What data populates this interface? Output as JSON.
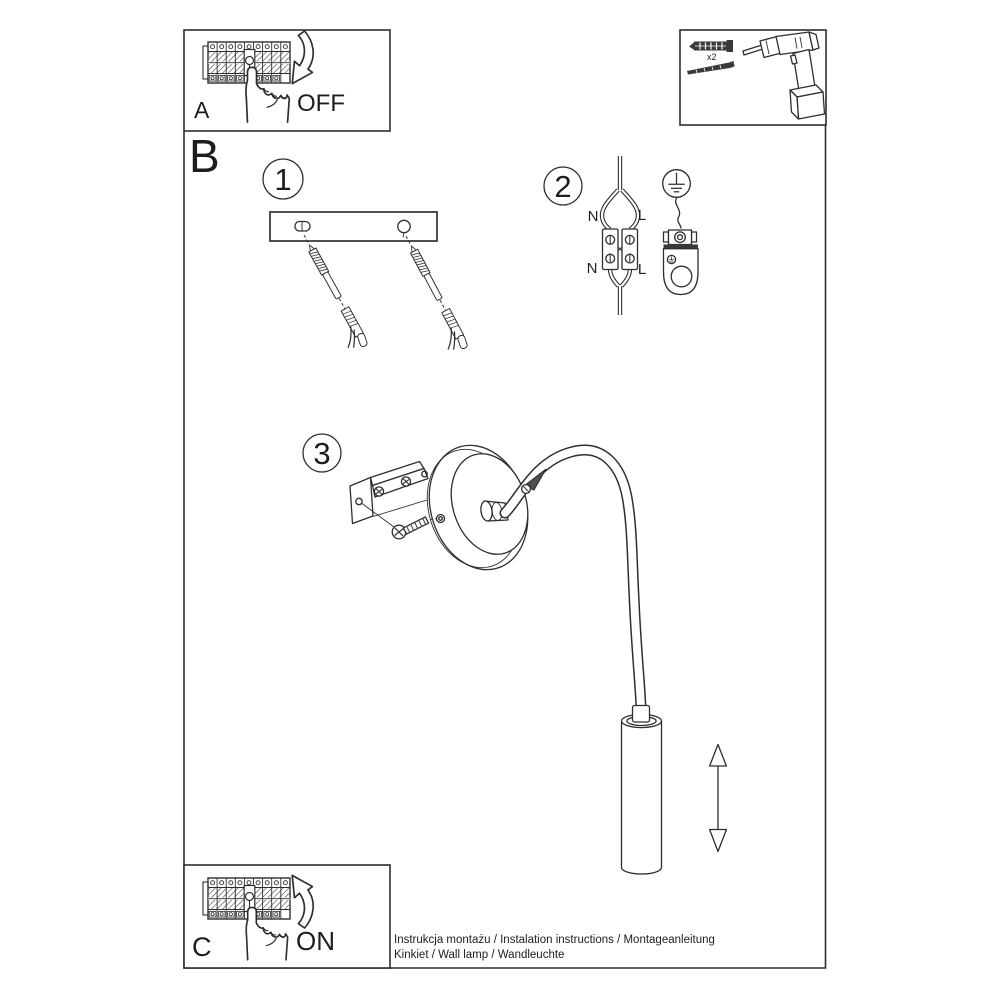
{
  "sheet": {
    "section_a": {
      "label": "A",
      "action": "OFF"
    },
    "section_b": {
      "label": "B"
    },
    "section_c": {
      "label": "C",
      "action": "ON"
    },
    "steps": {
      "one": "1",
      "two": "2",
      "three": "3"
    },
    "parts": {
      "anchor_qty": "x2"
    },
    "wiring": {
      "n_top": "N",
      "l_top": "L",
      "n_bottom": "N",
      "l_bottom": "L"
    },
    "footer": {
      "line1": "Instrukcja montażu / Instalation instructions / Montageanleitung",
      "line2": "Kinkiet / Wall lamp / Wandleuchte"
    }
  }
}
